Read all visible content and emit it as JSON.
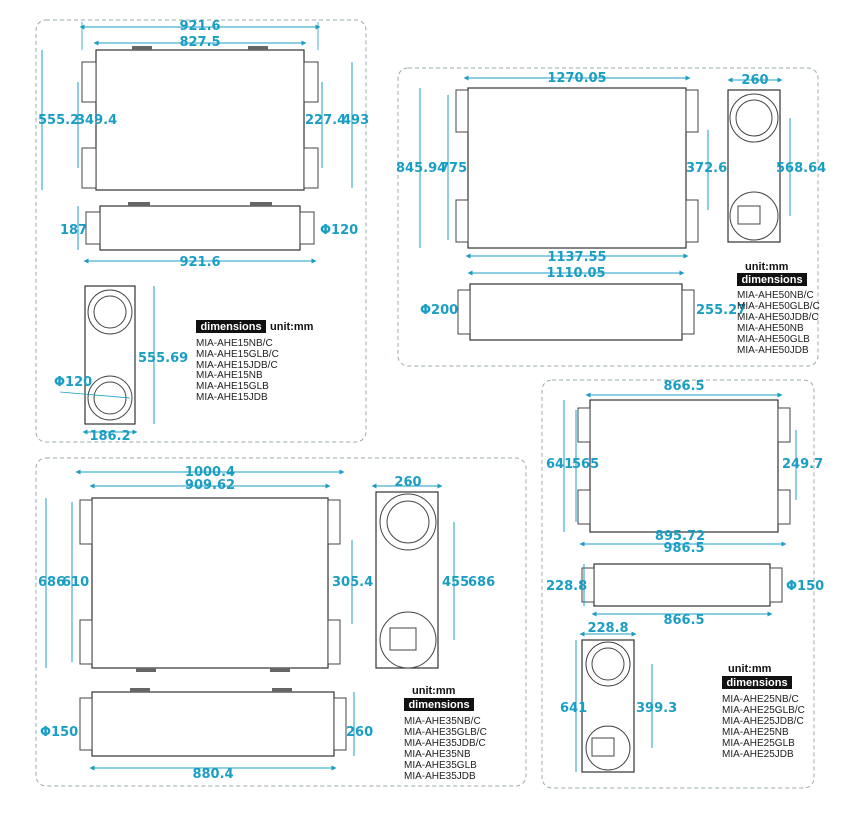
{
  "accent_color": "#1b9ec4",
  "unit_label": "unit:mm",
  "badge_label": "dimensions",
  "groups": {
    "ahe15": {
      "models": [
        "MIA-AHE15NB/C",
        "MIA-AHE15GLB/C",
        "MIA-AHE15JDB/C",
        "MIA-AHE15NB",
        "MIA-AHE15GLB",
        "MIA-AHE15JDB"
      ],
      "top_view": {
        "overall_width": "921.6",
        "inner_width": "827.5",
        "left_height": "555.2",
        "left_duct_spacing": "349.4",
        "right_duct_spacing": "227.4",
        "right_height": "493"
      },
      "front_view": {
        "height": "187",
        "duct_diameter": "Φ120",
        "width": "921.6"
      },
      "side_view": {
        "height": "555.69",
        "duct_diameter": "Φ120",
        "width": "186.2"
      }
    },
    "ahe50": {
      "models": [
        "MIA-AHE50NB/C",
        "MIA-AHE50GLB/C",
        "MIA-AHE50JDB/C",
        "MIA-AHE50NB",
        "MIA-AHE50GLB",
        "MIA-AHE50JDB"
      ],
      "top_view": {
        "width": "1270.05",
        "left_height": "845.94",
        "left_duct_spacing": "775",
        "right_duct_spacing": "372.64",
        "bottom_width": "1137.55"
      },
      "front_view": {
        "width": "1110.05",
        "duct_diameter": "Φ200",
        "height": "255.27"
      },
      "side_view": {
        "width": "260",
        "duct_spacing": "568.64"
      }
    },
    "ahe25": {
      "models": [
        "MIA-AHE25NB/C",
        "MIA-AHE25GLB/C",
        "MIA-AHE25JDB/C",
        "MIA-AHE25NB",
        "MIA-AHE25GLB",
        "MIA-AHE25JDB"
      ],
      "top_view": {
        "width": "866.5",
        "left_height": "641",
        "left_duct_spacing": "565",
        "right_duct_spacing": "249.7",
        "bottom_inner_width": "895.72",
        "bottom_overall_width": "986.5"
      },
      "front_view": {
        "height": "228.8",
        "duct_diameter": "Φ150",
        "width": "866.5"
      },
      "side_view": {
        "width": "228.8",
        "height": "641",
        "duct_spacing": "399.3"
      }
    },
    "ahe35": {
      "models": [
        "MIA-AHE35NB/C",
        "MIA-AHE35GLB/C",
        "MIA-AHE35JDB/C",
        "MIA-AHE35NB",
        "MIA-AHE35GLB",
        "MIA-AHE35JDB"
      ],
      "top_view": {
        "overall_width": "1000.4",
        "inner_width": "909.62",
        "left_height": "686",
        "left_duct_spacing": "610",
        "right_duct_spacing": "305.4"
      },
      "front_view": {
        "duct_diameter": "Φ150",
        "height": "260",
        "width": "880.4"
      },
      "side_view": {
        "width": "260",
        "duct_spacing": "455",
        "height": "686"
      }
    }
  }
}
